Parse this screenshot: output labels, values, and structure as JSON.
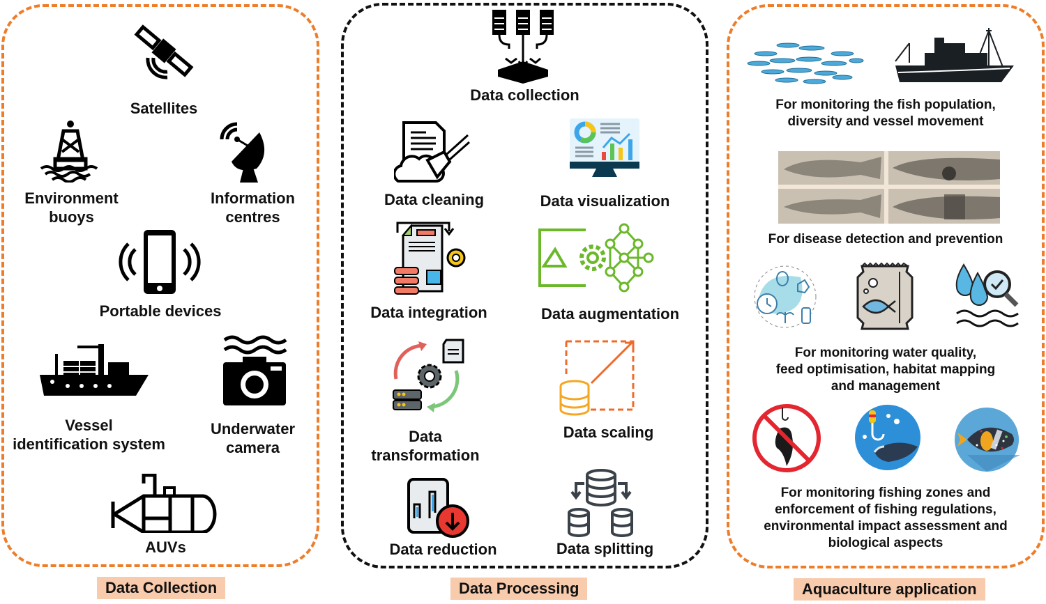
{
  "panels": {
    "collection": {
      "caption": "Data Collection",
      "border_color": "#ee7d2a",
      "items": [
        {
          "icon": "satellite-icon",
          "label": [
            "Satellites"
          ]
        },
        {
          "icon": "buoy-icon",
          "label": [
            "Environment",
            "buoys"
          ]
        },
        {
          "icon": "satellite-dish-icon",
          "label": [
            "Information",
            "centres"
          ]
        },
        {
          "icon": "smartphone-icon",
          "label": [
            "Portable devices"
          ]
        },
        {
          "icon": "cargo-ship-icon",
          "label": [
            "Vessel",
            "identification system"
          ]
        },
        {
          "icon": "underwater-camera-icon",
          "label": [
            "Underwater",
            "camera"
          ]
        },
        {
          "icon": "auv-icon",
          "label": [
            "AUVs"
          ]
        }
      ]
    },
    "processing": {
      "caption": "Data Processing",
      "border_color": "#111111",
      "items": [
        {
          "icon": "data-collection-icon",
          "label": [
            "Data collection"
          ]
        },
        {
          "icon": "data-cleaning-icon",
          "label": [
            "Data cleaning"
          ]
        },
        {
          "icon": "data-visualization-icon",
          "label": [
            "Data visualization"
          ]
        },
        {
          "icon": "data-integration-icon",
          "label": [
            "Data integration"
          ]
        },
        {
          "icon": "data-augmentation-icon",
          "label": [
            "Data augmentation"
          ]
        },
        {
          "icon": "data-transformation-icon",
          "label": [
            "Data",
            "transformation"
          ]
        },
        {
          "icon": "data-scaling-icon",
          "label": [
            "Data scaling"
          ]
        },
        {
          "icon": "data-reduction-icon",
          "label": [
            "Data reduction"
          ]
        },
        {
          "icon": "data-splitting-icon",
          "label": [
            "Data splitting"
          ]
        }
      ]
    },
    "application": {
      "caption": "Aquaculture application",
      "border_color": "#ee7d2a",
      "groups": [
        {
          "icons": [
            "fish-school-icon",
            "fishing-vessel-icon"
          ],
          "label": [
            "For monitoring the fish population,",
            "diversity and vessel movement"
          ]
        },
        {
          "icons": [
            "diseased-fish-photos"
          ],
          "label": [
            "For disease detection and prevention"
          ]
        },
        {
          "icons": [
            "pest-control-icon",
            "fish-feed-bag-icon",
            "water-quality-icon"
          ],
          "label": [
            "For monitoring water quality,",
            "feed optimisation, habitat mapping",
            "and management"
          ]
        },
        {
          "icons": [
            "no-fishing-icon",
            "fishing-hook-icon",
            "fish-pollution-icon"
          ],
          "label": [
            "For monitoring fishing zones and",
            "enforcement of fishing regulations,",
            "environmental impact assessment and",
            "biological aspects"
          ]
        }
      ]
    }
  },
  "colors": {
    "caption_bg": "#f8cbad",
    "accent_orange": "#ee7d2a"
  }
}
